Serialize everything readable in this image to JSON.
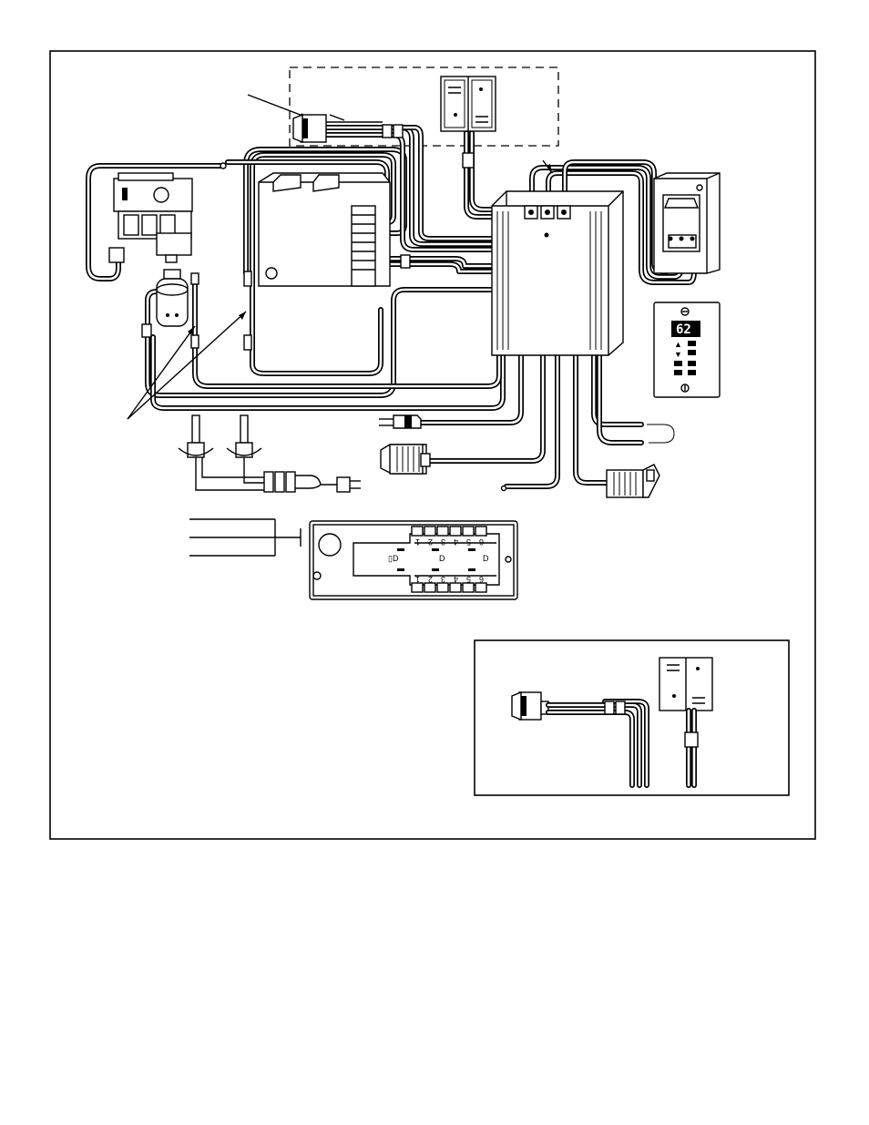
{
  "remote_receiver": {
    "display_value": "62",
    "up_arrow_glyph": "▲",
    "down_arrow_glyph": "▼"
  },
  "terminal_block": {
    "top_pin_numbers": [
      "1",
      "2",
      "3",
      "4",
      "5",
      "6"
    ],
    "bottom_pin_numbers": [
      "1",
      "2",
      "3",
      "4",
      "5",
      "6"
    ]
  },
  "icons": [
    "rocker-switch-icon",
    "battery-pack-icon",
    "gas-valve-icon",
    "ignition-module-icon",
    "control-box-icon",
    "wall-switch-icon",
    "remote-receiver-icon",
    "pump-motor-icon",
    "sensor-probe-icon",
    "power-plug-icon",
    "transformer-icon",
    "terminal-block-icon"
  ],
  "colors": {
    "line": "#000000",
    "background": "#ffffff"
  }
}
